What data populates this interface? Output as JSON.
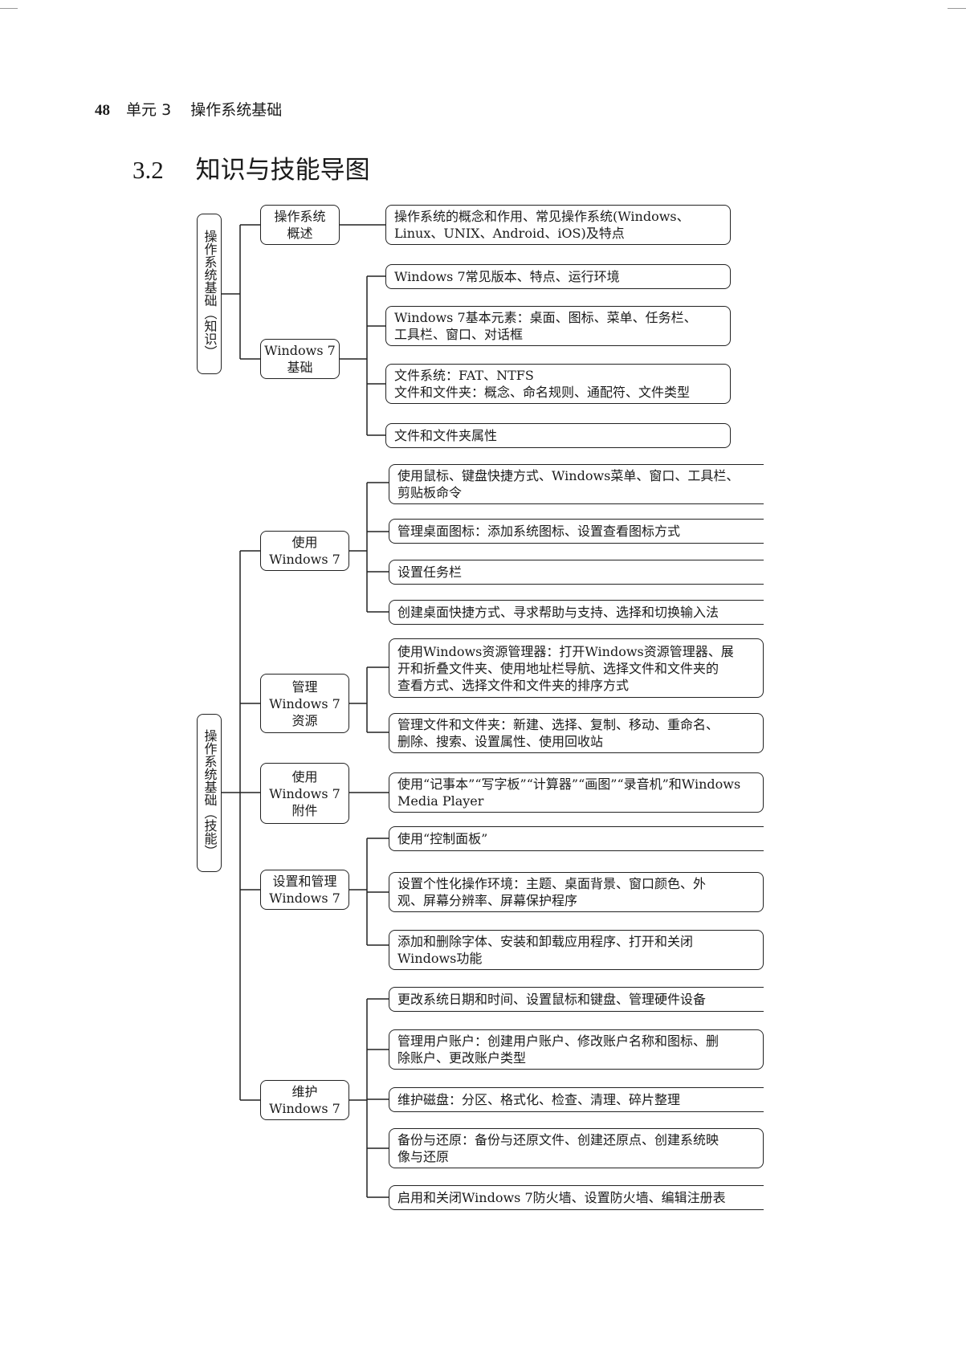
{
  "header": {
    "page_number": "48",
    "unit": "单元 3",
    "title": "操作系统基础"
  },
  "section": {
    "number": "3.2",
    "title": "知识与技能导图"
  },
  "knowledge": {
    "root": "操作系统基础（知识）",
    "branches": [
      {
        "label": "操作系统\n概述",
        "leaves": [
          "操作系统的概念和作用、常见操作系统(Windows、\nLinux、UNIX、Android、iOS)及特点"
        ]
      },
      {
        "label": "Windows 7\n基础",
        "leaves": [
          "Windows 7常见版本、特点、运行环境",
          "Windows 7基本元素：桌面、图标、菜单、任务栏、\n工具栏、窗口、对话框",
          "文件系统：FAT、NTFS\n文件和文件夹：概念、命名规则、通配符、文件类型",
          "文件和文件夹属性"
        ]
      }
    ]
  },
  "skills": {
    "root": "操作系统基础（技能）",
    "branches": [
      {
        "label": "使用\nWindows 7",
        "leaves": [
          "使用鼠标、键盘快捷方式、Windows菜单、窗口、工具栏、\n剪贴板命令",
          "管理桌面图标：添加系统图标、设置查看图标方式",
          "设置任务栏",
          "创建桌面快捷方式、寻求帮助与支持、选择和切换输入法"
        ]
      },
      {
        "label": "管理\nWindows 7\n资源",
        "leaves": [
          "使用Windows资源管理器：打开Windows资源管理器、展\n开和折叠文件夹、使用地址栏导航、选择文件和文件夹的\n查看方式、选择文件和文件夹的排序方式",
          "管理文件和文件夹：新建、选择、复制、移动、重命名、\n删除、搜索、设置属性、使用回收站"
        ]
      },
      {
        "label": "使用\nWindows 7\n附件",
        "leaves": [
          "使用“记事本”“写字板”“计算器”“画图”“录音机”和Windows\nMedia Player"
        ]
      },
      {
        "label": "设置和管理\nWindows 7",
        "leaves": [
          "使用“控制面板”",
          "设置个性化操作环境：主题、桌面背景、窗口颜色、外\n观、屏幕分辨率、屏幕保护程序",
          "添加和删除字体、安装和卸载应用程序、打开和关闭\nWindows功能"
        ]
      },
      {
        "label": "维护\nWindows 7",
        "leaves": [
          "更改系统日期和时间、设置鼠标和键盘、管理硬件设备",
          "管理用户账户：创建用户账户、修改账户名称和图标、删\n除账户、更改账户类型",
          "维护磁盘：分区、格式化、检查、清理、碎片整理",
          "备份与还原：备份与还原文件、创建还原点、创建系统映\n像与还原",
          "启用和关闭Windows 7防火墙、设置防火墙、编辑注册表"
        ]
      }
    ]
  }
}
